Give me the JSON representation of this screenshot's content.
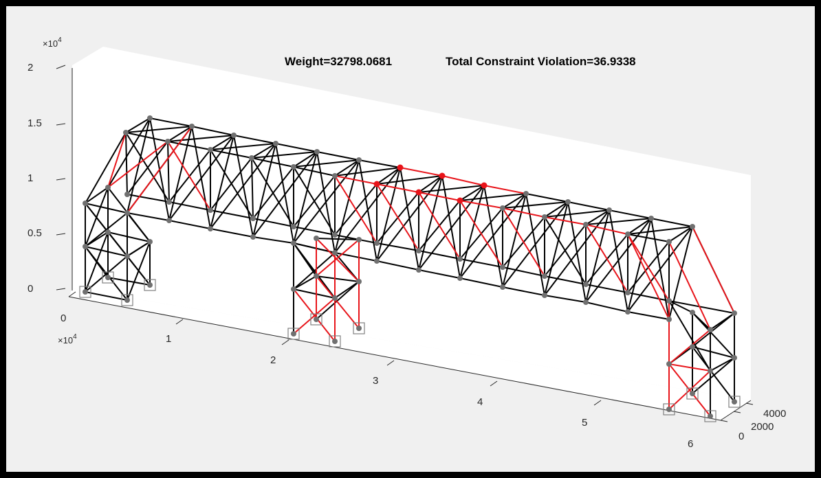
{
  "figure": {
    "title_weight": "Weight=32798.0681",
    "title_violation": "Total Constraint Violation=36.9338"
  },
  "axes": {
    "z_multiplier": "×10",
    "z_multiplier_exp": "4",
    "x_multiplier": "×10",
    "x_multiplier_exp": "4",
    "z_ticks": [
      "0",
      "0.5",
      "1",
      "1.5",
      "2"
    ],
    "x_ticks": [
      "0",
      "1",
      "2",
      "3",
      "4",
      "5",
      "6"
    ],
    "y_ticks": [
      "0",
      "2000",
      "4000"
    ]
  },
  "colors": {
    "background": "#f0f0f0",
    "axes_background": "#ffffff",
    "member_default": "#000000",
    "member_highlight": "#e8141a",
    "node_default": "#707070",
    "node_highlight": "#e8141a",
    "support_box": "#808080",
    "axis_line": "#262626"
  },
  "structure": {
    "member_colors": [
      "black",
      "red"
    ],
    "node_types": [
      "free",
      "supported"
    ]
  }
}
